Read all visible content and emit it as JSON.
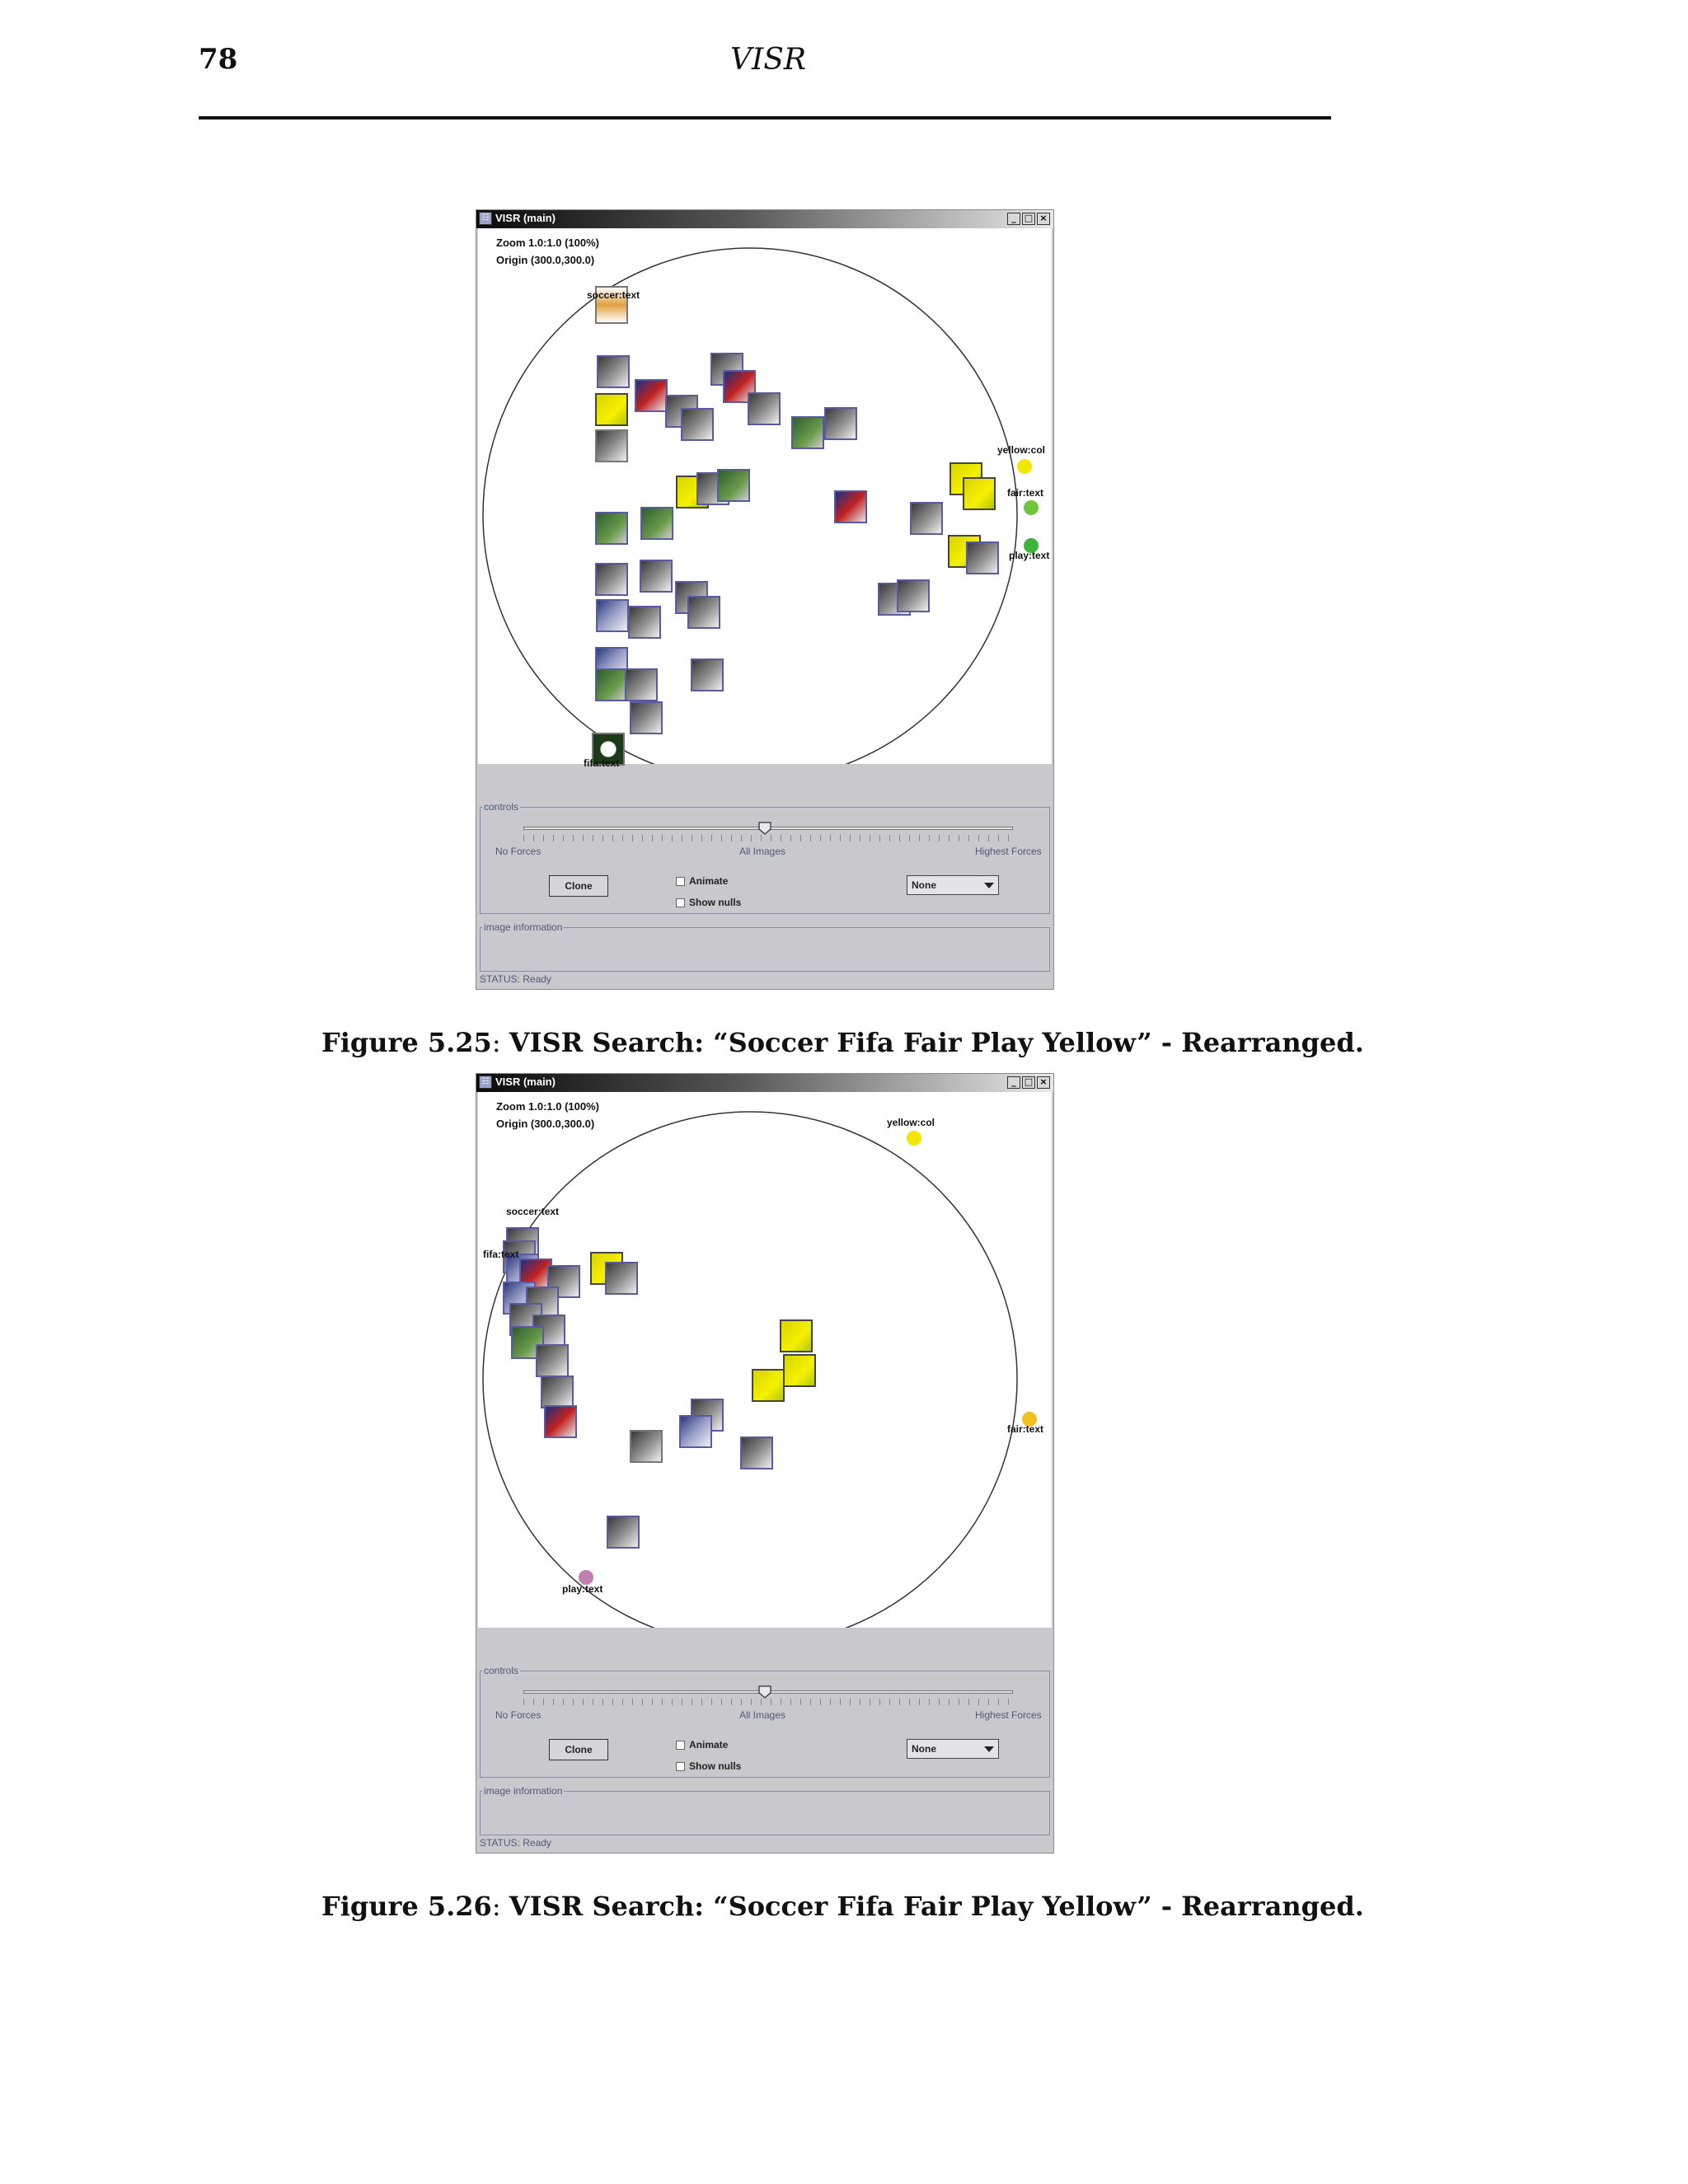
{
  "page": {
    "number": "78",
    "running_title": "VISR"
  },
  "figures": [
    {
      "window": {
        "title": "VISR (main)",
        "minimize": "_",
        "maximize": "□",
        "close": "×"
      },
      "zoom_text": "Zoom 1.0:1.0 (100%)",
      "origin_text": "Origin (300.0,300.0)",
      "anchors": [
        {
          "label": "yellow:col",
          "color": "#f4e600"
        },
        {
          "label": "fair:text",
          "color": "#6ec43a"
        },
        {
          "label": "play:text",
          "color": "#3cb43c"
        },
        {
          "label": "soccer:text",
          "color": ""
        },
        {
          "label": "fifa:text",
          "color": ""
        }
      ],
      "controls": {
        "group_label": "controls",
        "slider_labels": [
          "No Forces",
          "All Images",
          "Highest Forces"
        ],
        "clone_label": "Clone",
        "animate_label": "Animate",
        "show_nulls_label": "Show nulls",
        "select_value": "None"
      },
      "image_info_label": "image information",
      "status": "STATUS: Ready",
      "caption_label": "Figure 5.25",
      "caption_text": "VISR Search: “Soccer Fifa Fair Play Yellow” - Rearranged."
    },
    {
      "window": {
        "title": "VISR (main)",
        "minimize": "_",
        "maximize": "□",
        "close": "×"
      },
      "zoom_text": "Zoom 1.0:1.0 (100%)",
      "origin_text": "Origin (300.0,300.0)",
      "anchors": [
        {
          "label": "yellow:col",
          "color": "#f4e600"
        },
        {
          "label": "fair:text",
          "color": "#f0c020"
        },
        {
          "label": "play:text",
          "color": "#c080b0"
        },
        {
          "label": "soccer:text",
          "color": ""
        },
        {
          "label": "fifa:text",
          "color": ""
        }
      ],
      "controls": {
        "group_label": "controls",
        "slider_labels": [
          "No Forces",
          "All Images",
          "Highest Forces"
        ],
        "clone_label": "Clone",
        "animate_label": "Animate",
        "show_nulls_label": "Show nulls",
        "select_value": "None"
      },
      "image_info_label": "image information",
      "status": "STATUS: Ready",
      "caption_label": "Figure 5.26",
      "caption_text": "VISR Search: “Soccer Fifa Fair Play Yellow” - Rearranged."
    }
  ]
}
